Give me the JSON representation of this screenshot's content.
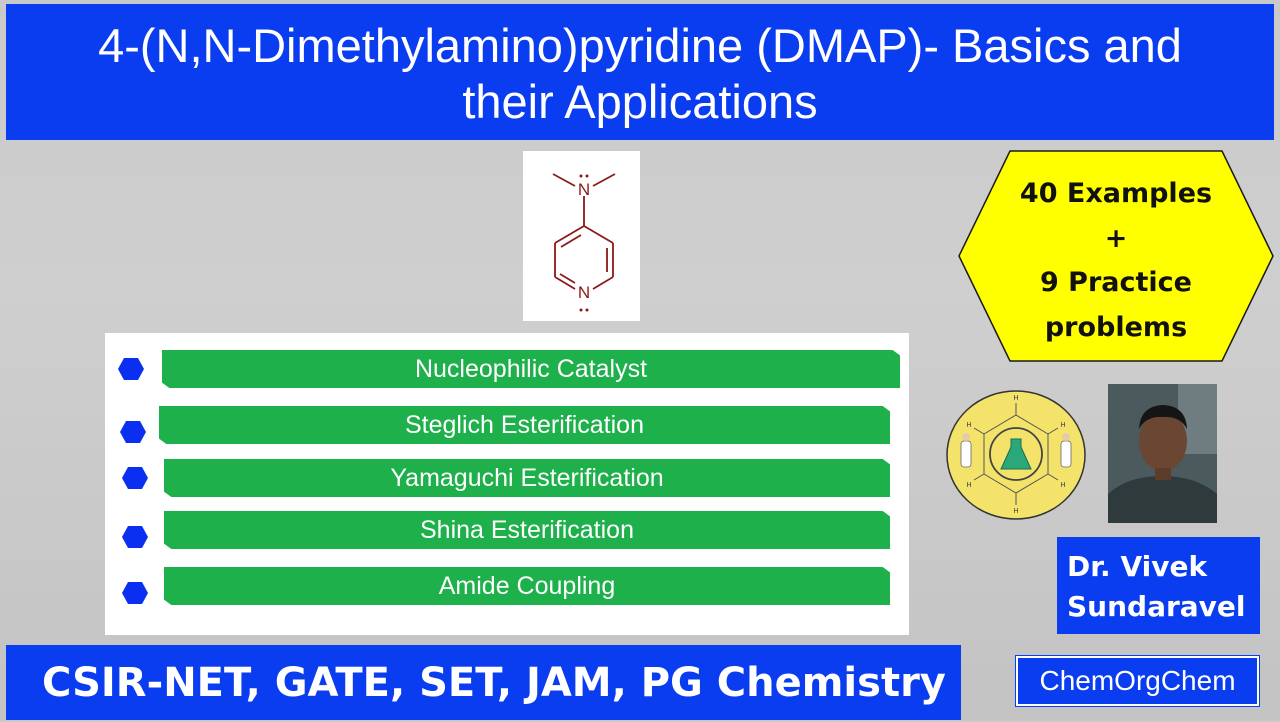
{
  "title": {
    "line1": "4-(N,N-Dimethylamino)pyridine (DMAP)- Basics and",
    "line2": "their Applications"
  },
  "structure": {
    "amine_atom": "N",
    "ring_atom": "N",
    "color": "#8b1a1a"
  },
  "highlight": {
    "line1": "40 Examples",
    "line2": "+",
    "line3": "9 Practice",
    "line4": "problems",
    "fill": "#ffff00"
  },
  "topics": [
    {
      "label": "Nucleophilic Catalyst"
    },
    {
      "label": "Steglich Esterification"
    },
    {
      "label": "Yamaguchi Esterification"
    },
    {
      "label": "Shina Esterification"
    },
    {
      "label": "Amide Coupling"
    }
  ],
  "author": {
    "line1": "Dr. Vivek",
    "line2": "Sundaravel"
  },
  "footer": {
    "exams": "CSIR-NET, GATE, SET, JAM, PG Chemistry"
  },
  "channel": {
    "name": "ChemOrgChem"
  },
  "colors": {
    "brand_blue": "#0a3cf0",
    "topic_green": "#1db04b",
    "bullet_blue": "#0a2ff0",
    "badge_yellow": "#f3e36a"
  },
  "icons": {
    "bullet": "blue-hexagon-icon",
    "badge": "benzene-flask-logo",
    "photo": "author-photo"
  }
}
